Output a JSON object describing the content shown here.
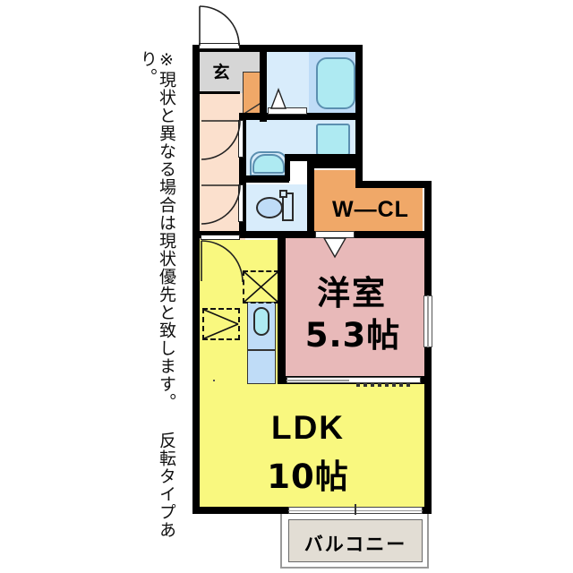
{
  "note": {
    "text": "※現状と異なる場合は現状優先と致します。 反転タイプあり。"
  },
  "rooms": {
    "entrance": {
      "label": "玄"
    },
    "wcl": {
      "label": "W—CL"
    },
    "washitsu": {
      "name": "洋室",
      "size": "5.3帖"
    },
    "ldk": {
      "name": "LDK",
      "size": "10帖"
    },
    "balcony": {
      "label": "バルコニー"
    }
  },
  "fixtures": {
    "bathtub": "bathtub",
    "washing_machine": "washing-machine-space",
    "washbasin": "washbasin",
    "toilet": "toilet",
    "kitchen_sink": "kitchen-sink",
    "shoe_cabinet": "shoe-cabinet",
    "refrigerator_space": "refrigerator-space",
    "appliance_space": "appliance-space"
  },
  "colors": {
    "wall": "#000000",
    "ldk": "#f9f87f",
    "bedroom": "#e8b9b9",
    "closet": "#f0a868",
    "hall": "#fbe0cd",
    "entrance_tile": "#d6d6d6",
    "wet_area": "#d8ecfb",
    "fixture": "#aeeaf2",
    "balcony": "#e2ddd4"
  }
}
